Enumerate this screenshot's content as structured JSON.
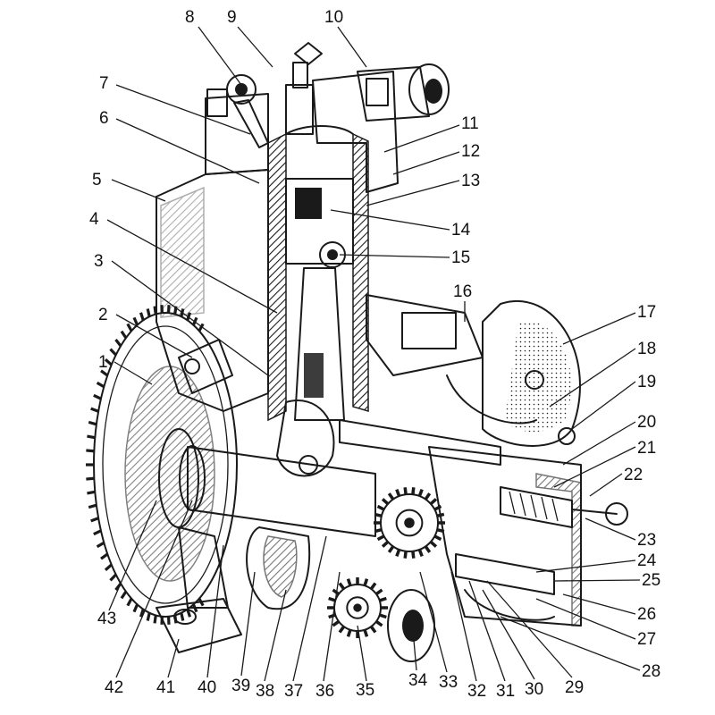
{
  "callouts": [
    "1",
    "2",
    "3",
    "4",
    "5",
    "6",
    "7",
    "8",
    "9",
    "10",
    "11",
    "12",
    "13",
    "14",
    "15",
    "16",
    "17",
    "18",
    "19",
    "20",
    "21",
    "22",
    "23",
    "24",
    "25",
    "26",
    "27",
    "28",
    "29",
    "30",
    "31",
    "32",
    "33",
    "34",
    "35",
    "36",
    "37",
    "38",
    "39",
    "40",
    "41",
    "42",
    "43"
  ],
  "colors": {
    "ink": "#1a1a1a",
    "paper": "#ffffff"
  }
}
